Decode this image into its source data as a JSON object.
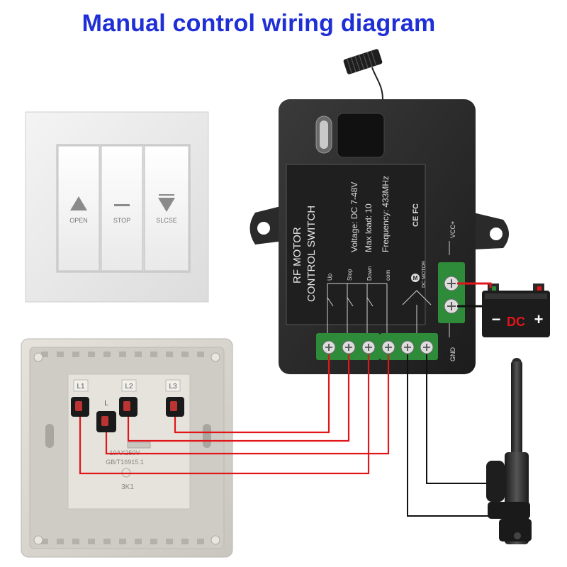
{
  "title": "Manual control wiring diagram",
  "wall_switch": {
    "buttons": [
      {
        "label": "OPEN",
        "icon": "up-triangle-icon"
      },
      {
        "label": "STOP",
        "icon": "dash-icon"
      },
      {
        "label": "SLCSE",
        "icon": "down-triangle-icon"
      }
    ]
  },
  "controller": {
    "label_line1": "RF MOTOR",
    "label_line2": "CONTROL SWITCH",
    "spec_voltage": "Voltage: DC 7-48V",
    "spec_load": "Max load: 10",
    "spec_frequency": "Frequency: 433MHz",
    "cert": "CE FC",
    "terminal_up": "Up",
    "terminal_stop": "Stop",
    "terminal_down": "Down",
    "terminal_com": "com",
    "motor_label": "DC MOTOR",
    "motor_badge": "M",
    "vcc": "VCC+",
    "gnd": "GND"
  },
  "socket": {
    "terminals": [
      "L1",
      "L2",
      "L3"
    ],
    "center": "L",
    "rating": "10AX250V",
    "standard": "GB/T16915.1",
    "model": "3K1"
  },
  "battery": {
    "label": "DC",
    "minus": "−",
    "plus": "+"
  },
  "colors": {
    "title": "#1f2fd6",
    "wire_red": "#e0161b",
    "wire_black": "#111111",
    "controller_body": "#2b2b2b",
    "terminal_green": "#2e8b3a"
  }
}
